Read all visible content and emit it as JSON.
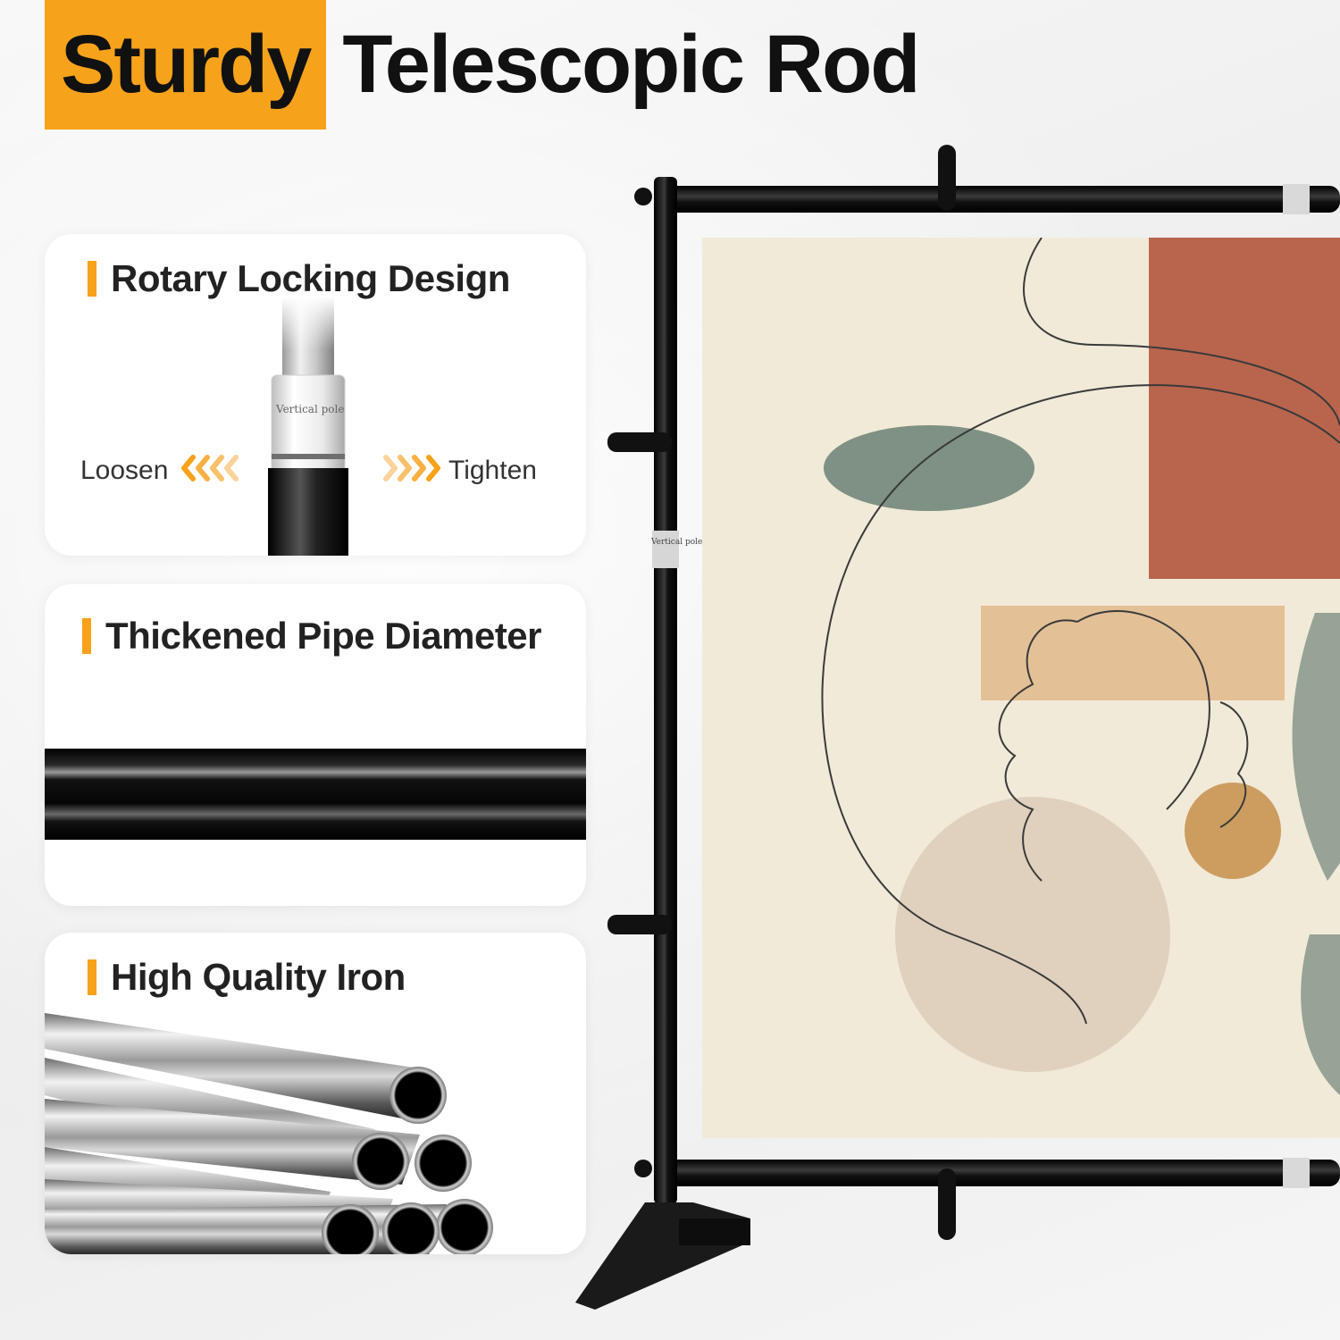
{
  "title": {
    "accent": "Sturdy",
    "rest": "Telescopic Rod",
    "accent_color": "#f7a21b"
  },
  "features": [
    {
      "title": "Rotary Locking Design",
      "loosen_label": "Loosen",
      "tighten_label": "Tighten",
      "pole_tag": "Vertical pole"
    },
    {
      "title": "Thickened Pipe Diameter"
    },
    {
      "title": "High Quality Iron"
    }
  ],
  "stand": {
    "pole_tag": "Vertical pole"
  },
  "colors": {
    "accent": "#f7a21b",
    "pipe": "#111111",
    "fabric": "#f1ead9",
    "terracotta": "#b9654d",
    "sage": "#7f9184",
    "sand": "#e0b98a",
    "mustard": "#c99552"
  }
}
